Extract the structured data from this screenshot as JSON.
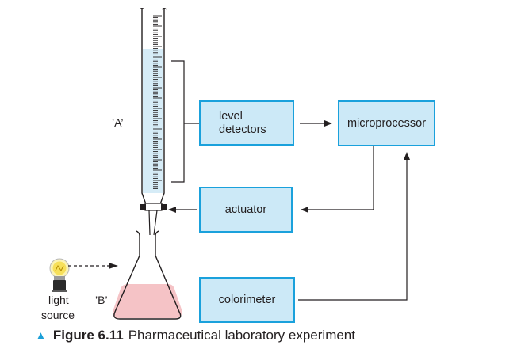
{
  "labels": {
    "burette": "’A’",
    "flask": "’B’",
    "light_source_line1": "light",
    "light_source_line2": "source"
  },
  "boxes": {
    "level_detectors_line1": "level",
    "level_detectors_line2": "detectors",
    "microprocessor": "microprocessor",
    "actuator": "actuator",
    "colorimeter": "colorimeter"
  },
  "caption": {
    "figure": "Figure 6.11",
    "text": "Pharmaceutical laboratory experiment"
  },
  "colors": {
    "box_fill": "#cce9f7",
    "box_border": "#1aa1dc",
    "liquid_burette": "#d6ecf7",
    "liquid_flask": "#f5c3c6",
    "caption_triangle": "#1ca0d8"
  }
}
